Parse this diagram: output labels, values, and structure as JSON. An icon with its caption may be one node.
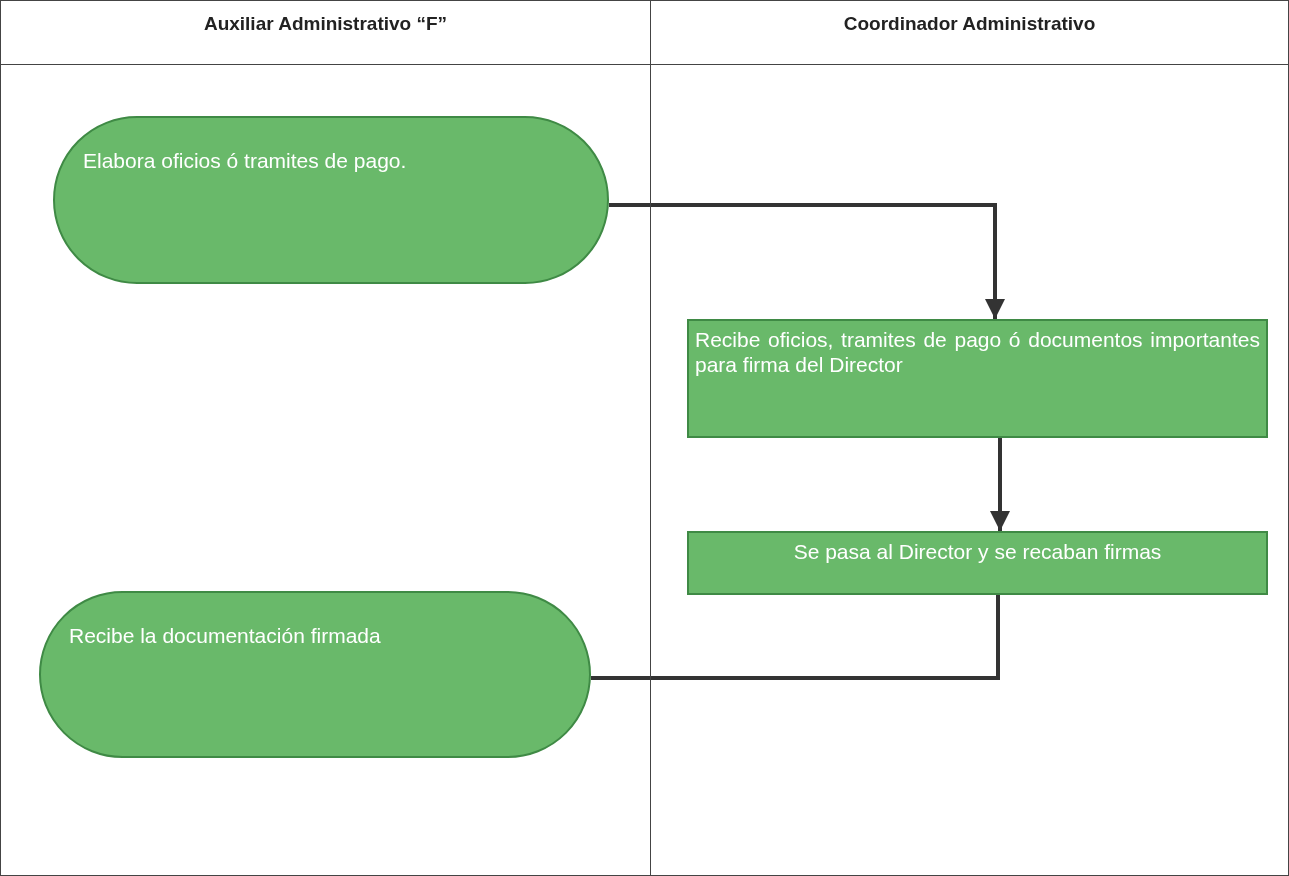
{
  "diagram": {
    "nodes": [
      {
        "text": [
          "Auxiliar Administrativo “F”"
        ]
      },
      {
        "text": [
          "Coordinador Administrativo"
        ]
      },
      {
        "text": [
          "Elabora oficios ó tramites de pago."
        ],
        "in": 0
      },
      {
        "text": [
          "Recibe oficios, tramites de pago ó documentos importantes para firma del Director"
        ],
        "in": 1
      },
      {
        "text": [
          "Se pasa al Director y se recaban firmas"
        ],
        "in": 1
      },
      {
        "text": [
          "Recibe la documentación firmada"
        ],
        "in": 0
      }
    ],
    "edges": [
      {
        "from": 2,
        "to": 3,
        "arrow": "to"
      },
      {
        "from": 3,
        "to": 4,
        "arrow": "to"
      },
      {
        "from": 4,
        "to": 5,
        "arrow": "none"
      }
    ]
  }
}
